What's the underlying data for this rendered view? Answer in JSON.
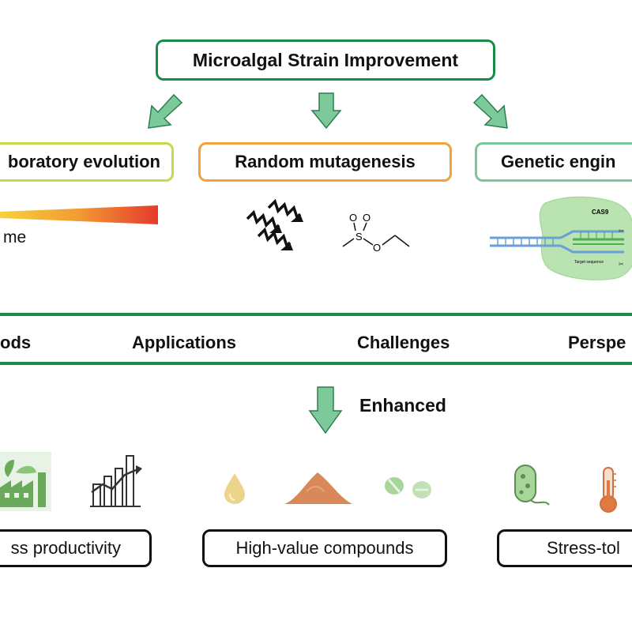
{
  "title": "Microalgal Strain Improvement",
  "methods": [
    {
      "label": "boratory evolution",
      "color": "#c8d84a"
    },
    {
      "label": "Random mutagenesis",
      "color": "#f0a23c"
    },
    {
      "label": "Genetic engin",
      "color": "#7cc79a"
    }
  ],
  "evolution_label": "me",
  "crispr": {
    "protein": "CAS9",
    "target": "Target sequence"
  },
  "categories": [
    "ods",
    "Applications",
    "Challenges",
    "Perspe"
  ],
  "enhanced": "Enhanced",
  "outcomes": [
    "ss productivity",
    "High-value compounds",
    "Stress-tol"
  ],
  "colors": {
    "accent_green": "#1a8a4a",
    "arrow_green": "#7cc99a"
  }
}
